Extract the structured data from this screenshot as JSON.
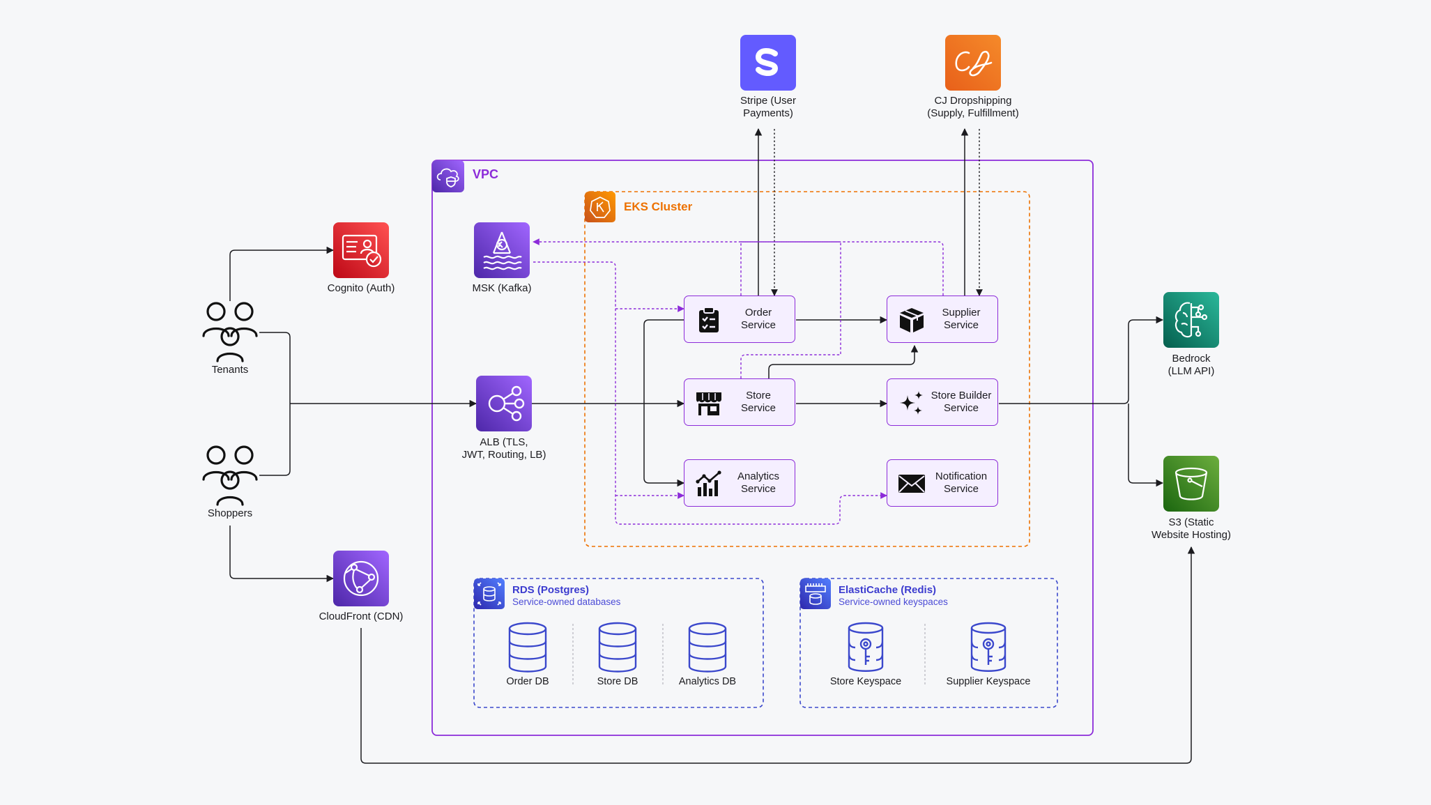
{
  "colors": {
    "vpc": "#8c2bd9",
    "eks": "#ed7100",
    "db_group": "#3b48cc",
    "service_fill": "#f5efff",
    "kafka_link": "#8c2bd9",
    "cognito": "#dd344c",
    "stripe": "#635bff",
    "bedrock": "#01a88d",
    "s3": "#3f8624"
  },
  "groups": {
    "vpc": "VPC",
    "eks": "EKS Cluster",
    "rds": {
      "title": "RDS (Postgres)",
      "subtitle": "Service-owned databases"
    },
    "elasticache": {
      "title": "ElastiCache (Redis)",
      "subtitle": "Service-owned keyspaces"
    }
  },
  "actors": {
    "tenants": "Tenants",
    "shoppers": "Shoppers"
  },
  "nodes": {
    "cognito": "Cognito (Auth)",
    "cloudfront": "CloudFront (CDN)",
    "msk": "MSK (Kafka)",
    "alb": [
      "ALB (TLS,",
      "JWT, Routing, LB)"
    ],
    "stripe": [
      "Stripe (User",
      "Payments)"
    ],
    "cj": [
      "CJ Dropshipping",
      "(Supply, Fulfillment)"
    ],
    "bedrock": [
      "Bedrock",
      "(LLM API)"
    ],
    "s3": [
      "S3 (Static",
      "Website Hosting)"
    ]
  },
  "services": {
    "order": [
      "Order",
      "Service"
    ],
    "supplier": [
      "Supplier",
      "Service"
    ],
    "store": [
      "Store",
      "Service"
    ],
    "store_builder": [
      "Store Builder",
      "Service"
    ],
    "analytics": [
      "Analytics",
      "Service"
    ],
    "notification": [
      "Notification",
      "Service"
    ]
  },
  "databases": {
    "order_db": "Order DB",
    "store_db": "Store DB",
    "analytics_db": "Analytics DB",
    "store_keyspace": "Store Keyspace",
    "supplier_keyspace": "Supplier Keyspace"
  },
  "icons": {
    "users": "users-icon",
    "cognito": "id-card-check-icon",
    "cloudfront": "globe-network-icon",
    "msk": "kafka-icon",
    "alb": "load-balancer-icon",
    "stripe": "stripe-s-icon",
    "cj": "cj-logo-icon",
    "bedrock": "brain-circuit-icon",
    "s3": "bucket-icon",
    "vpc": "cloud-shield-icon",
    "eks": "kubernetes-icon",
    "rds": "database-arrows-icon",
    "elasticache": "cache-icon"
  }
}
